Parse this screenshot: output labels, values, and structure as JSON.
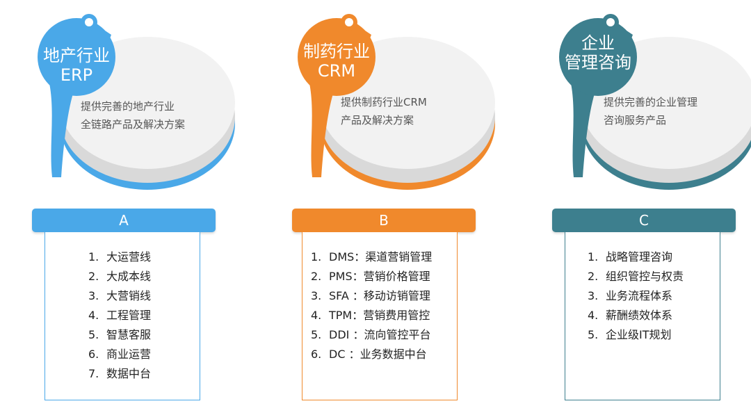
{
  "columns": [
    {
      "id": "a",
      "color": "#4aa8e8",
      "title_lines": [
        "地产行业",
        "ERP"
      ],
      "description_lines": [
        "提供完善的地产行业",
        "全链路产品及解决方案"
      ],
      "tab_label": "A",
      "items": [
        "大运营线",
        "大成本线",
        "大营销线",
        "工程管理",
        "智慧客服",
        "商业运营",
        "数据中台"
      ]
    },
    {
      "id": "b",
      "color": "#f0892c",
      "title_lines": [
        "制药行业",
        "CRM"
      ],
      "description_lines": [
        "提供制药行业CRM",
        "产品及解决方案"
      ],
      "tab_label": "B",
      "items": [
        "DMS：渠道营销管理",
        "PMS：营销价格管理",
        "SFA ：移动访销管理",
        "TPM：营销费用管控",
        "DDI ：流向管控平台",
        "DC ：业务数据中台"
      ]
    },
    {
      "id": "c",
      "color": "#3d7f8e",
      "title_lines": [
        "企业",
        "管理咨询"
      ],
      "description_lines": [
        "提供完善的企业管理",
        "咨询服务产品"
      ],
      "tab_label": "C",
      "items": [
        "战略管理咨询",
        "组织管控与权责",
        "业务流程体系",
        "薪酬绩效体系",
        "企业级IT规划"
      ]
    }
  ]
}
